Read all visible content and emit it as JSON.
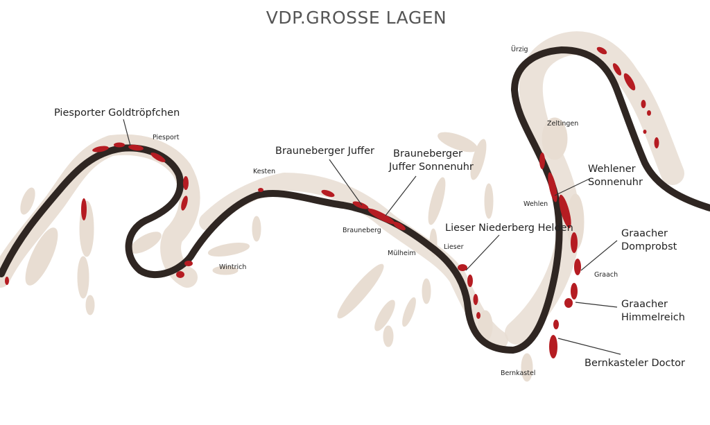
{
  "map": {
    "title": "VDP.GROSSE LAGEN",
    "colors": {
      "river": "#2f2622",
      "vineyard_area": "#e8ddd2",
      "grosse_lage": "#b51c22",
      "text": "#222222",
      "title": "#555555"
    },
    "towns": {
      "piesport": "Piesport",
      "kesten": "Kesten",
      "wintrich": "Wintrich",
      "brauneberg": "Brauneberg",
      "muelheim": "Mülheim",
      "lieser": "Lieser",
      "uerzig": "Ürzig",
      "zeltingen": "Zeltingen",
      "wehlen": "Wehlen",
      "graach": "Graach",
      "bernkastel": "Bernkastel"
    },
    "lagen": {
      "piesporter_goldtroepfchen": "Piesporter Goldtröpfchen",
      "brauneberger_juffer": "Brauneberger Juffer",
      "brauneberger_juffer_sonnenuhr": [
        "Brauneberger",
        "Juffer Sonnenuhr"
      ],
      "lieser_niederberg_helden": "Lieser Niederberg Helden",
      "wehlener_sonnenuhr": [
        "Wehlener",
        "Sonnenuhr"
      ],
      "graacher_domprobst": [
        "Graacher",
        "Domprobst"
      ],
      "graacher_himmelreich": [
        "Graacher",
        "Himmelreich"
      ],
      "bernkasteler_doctor": "Bernkasteler Doctor"
    }
  }
}
